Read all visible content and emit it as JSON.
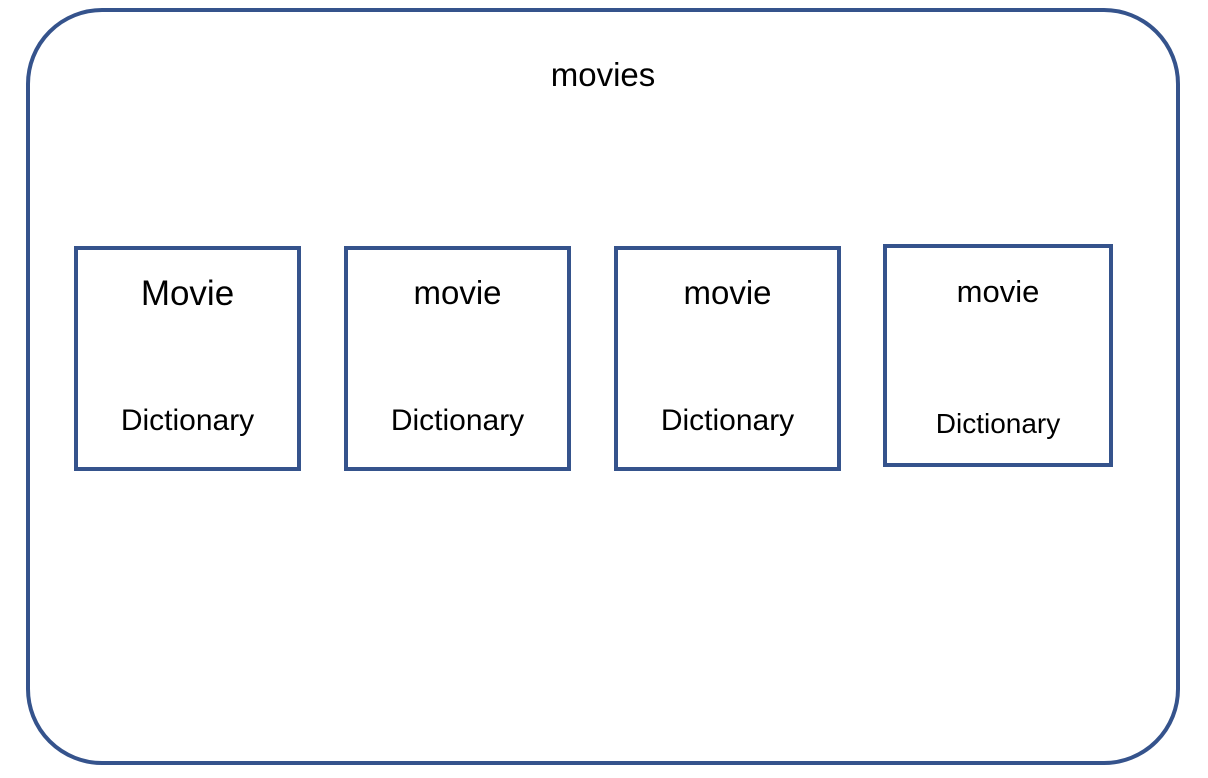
{
  "diagram": {
    "type": "dictionary-collection",
    "accent_color": "#35538C",
    "background_color": "#FFFFFF",
    "text_color": "#000000",
    "container": {
      "label": "movies",
      "shape": "rounded-rectangle"
    },
    "items": [
      {
        "key": "Movie",
        "type": "Dictionary"
      },
      {
        "key": "movie",
        "type": "Dictionary"
      },
      {
        "key": "movie",
        "type": "Dictionary"
      },
      {
        "key": "movie",
        "type": "Dictionary"
      }
    ]
  }
}
